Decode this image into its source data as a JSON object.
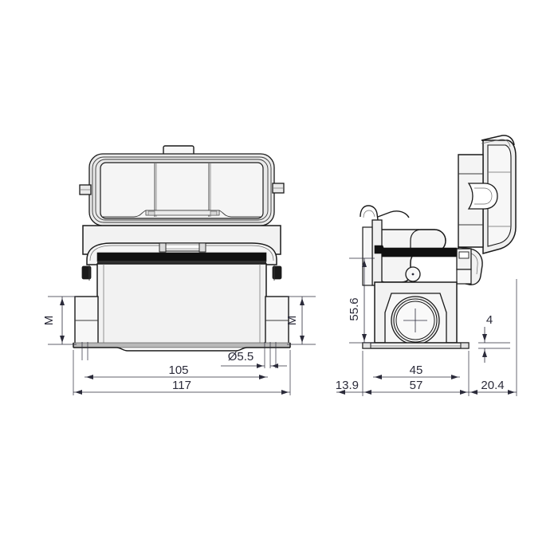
{
  "drawing": {
    "title": "Heavy duty connector hood housing dimensioned drawing",
    "background_color": "#ffffff",
    "line_color": "#1a1a1a",
    "dimension_color": "#2b2b3a",
    "body_fill": "#f2f2f2",
    "views": [
      {
        "name": "front-view",
        "label": ""
      },
      {
        "name": "side-view",
        "label": ""
      }
    ]
  },
  "front_view": {
    "dimensions": {
      "height_left": "M",
      "height_right": "M",
      "hole_diameter": "Ø5.5",
      "mounting_span": "105",
      "overall_width": "117"
    }
  },
  "side_view": {
    "dimensions": {
      "overall_height": "55.6",
      "flange_thickness": "4",
      "left_offset": "13.9",
      "inner_span": "45",
      "base_width": "57",
      "right_offset": "20.4"
    }
  }
}
